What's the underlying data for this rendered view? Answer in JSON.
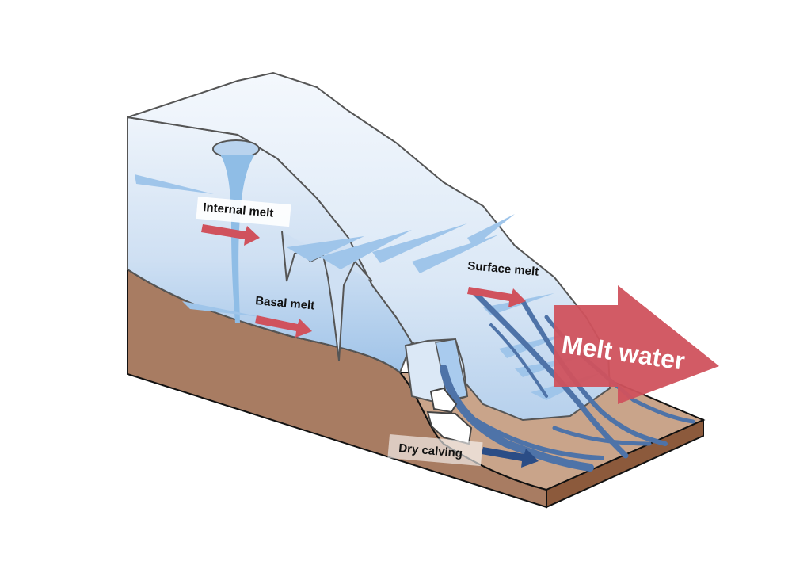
{
  "labels": {
    "internal_melt": "Internal melt",
    "basal_melt": "Basal melt",
    "surface_melt": "Surface melt",
    "dry_calving": "Dry calving",
    "melt_water": "Melt water"
  },
  "colors": {
    "ice_light": "#e8f0fa",
    "ice_mid": "#b9d3ee",
    "ice_streak": "#8fbde6",
    "ground_front": "#a87c62",
    "ground_top": "#c9a48a",
    "ground_dark": "#8c5a3c",
    "melt_arrow": "#d0525d",
    "calving_arrow": "#2b4d86",
    "channel": "#4e73a8"
  }
}
